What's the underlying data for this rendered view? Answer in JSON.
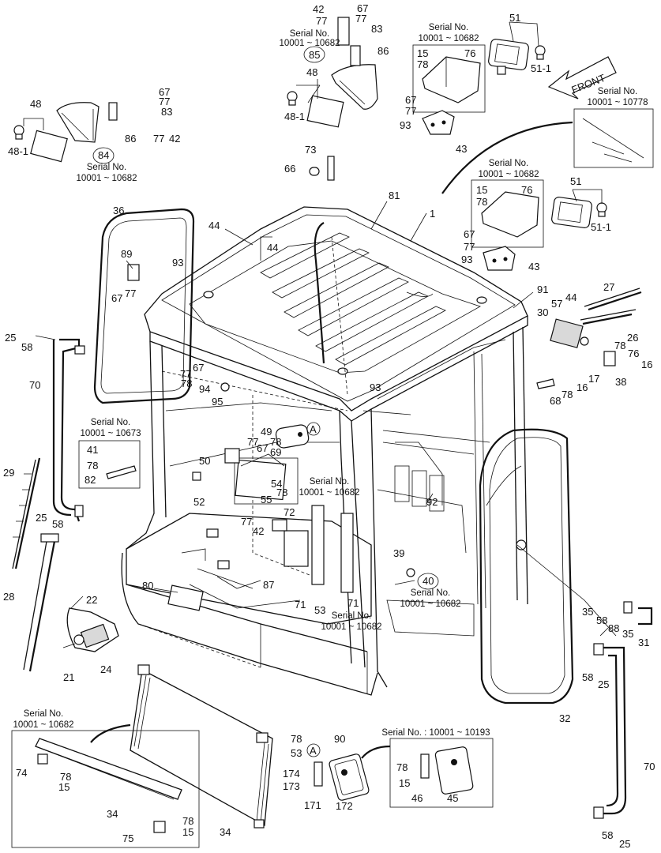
{
  "front_label": "FRONT",
  "serial_labels": {
    "s1_title": "Serial No.",
    "s1_range": "10001 ~ 10682",
    "s2_title": "Serial No.",
    "s2_range": "10001 ~ 10682",
    "s3_title": "Serial No.",
    "s3_range": "10001 ~ 10778",
    "s4_title": "Serial No.",
    "s4_range": "10001 ~ 10682",
    "s5_title": "Serial No.",
    "s5_range": "10001 ~ 10682",
    "s6_title": "Serial No.",
    "s6_range": "10001 ~ 10673",
    "s7_title": "Serial No.",
    "s7_range": "10001 ~ 10682",
    "s8_title": "Serial No.",
    "s8_range": "10001 ~ 10682",
    "s9_title": "Serial No.",
    "s9_range": "10001 ~ 10682",
    "s10_title": "Serial No.",
    "s10_range": "10001 ~ 10682",
    "s11_full": "Serial No. : 10001 ~ 10193"
  },
  "callouts": {
    "c1": "1",
    "c15a": "15",
    "c15b": "15",
    "c15c": "15",
    "c15d": "15",
    "c15e": "15",
    "c16a": "16",
    "c16b": "16",
    "c17": "17",
    "c21": "21",
    "c22": "22",
    "c24": "24",
    "c25a": "25",
    "c25b": "25",
    "c25c": "25",
    "c25d": "25",
    "c26": "26",
    "c27": "27",
    "c28": "28",
    "c29": "29",
    "c30": "30",
    "c31": "31",
    "c32": "32",
    "c34a": "34",
    "c34b": "34",
    "c35a": "35",
    "c35b": "35",
    "c36": "36",
    "c38": "38",
    "c39": "39",
    "c40": "40",
    "c41": "41",
    "c42a": "42",
    "c42b": "42",
    "c42c": "42",
    "c43a": "43",
    "c43b": "43",
    "c44a": "44",
    "c44b": "44",
    "c44c": "44",
    "c45": "45",
    "c46": "46",
    "c48a": "48",
    "c48b": "48",
    "c481a": "48-1",
    "c481b": "48-1",
    "c49": "49",
    "c50": "50",
    "c51a": "51",
    "c51b": "51",
    "c511a": "51-1",
    "c511b": "51-1",
    "c52": "52",
    "c53a": "53",
    "c53b": "53",
    "c54": "54",
    "c55": "55",
    "c57": "57",
    "c58a": "58",
    "c58b": "58",
    "c58c": "58",
    "c58d": "58",
    "c58e": "58",
    "c66": "66",
    "c67a": "67",
    "c67b": "67",
    "c67c": "67",
    "c67d": "67",
    "c67e": "67",
    "c67f": "67",
    "c67g": "67",
    "c68": "68",
    "c69": "69",
    "c70a": "70",
    "c70b": "70",
    "c71a": "71",
    "c71b": "71",
    "c72": "72",
    "c73": "73",
    "c74": "74",
    "c75": "75",
    "c76a": "76",
    "c76b": "76",
    "c76c": "76",
    "c77a": "77",
    "c77b": "77",
    "c77c": "77",
    "c77d": "77",
    "c77e": "77",
    "c77f": "77",
    "c77g": "77",
    "c77h": "77",
    "c77i": "77",
    "c77j": "77",
    "c77k": "77",
    "c78a": "78",
    "c78b": "78",
    "c78c": "78",
    "c78d": "78",
    "c78e": "78",
    "c78f": "78",
    "c78g": "78",
    "c78h": "78",
    "c78i": "78",
    "c78j": "78",
    "c78k": "78",
    "c78l": "78",
    "c80": "80",
    "c81": "81",
    "c82": "82",
    "c83a": "83",
    "c83b": "83",
    "c84": "84",
    "c85": "85",
    "c86a": "86",
    "c86b": "86",
    "c87": "87",
    "c88": "88",
    "c89": "89",
    "c90": "90",
    "c91": "91",
    "c92": "92",
    "c93a": "93",
    "c93b": "93",
    "c93c": "93",
    "c93d": "93",
    "c94": "94",
    "c95": "95",
    "c171": "171",
    "c172": "172",
    "c173": "173",
    "c174": "174",
    "cA1": "A",
    "cA2": "A"
  }
}
